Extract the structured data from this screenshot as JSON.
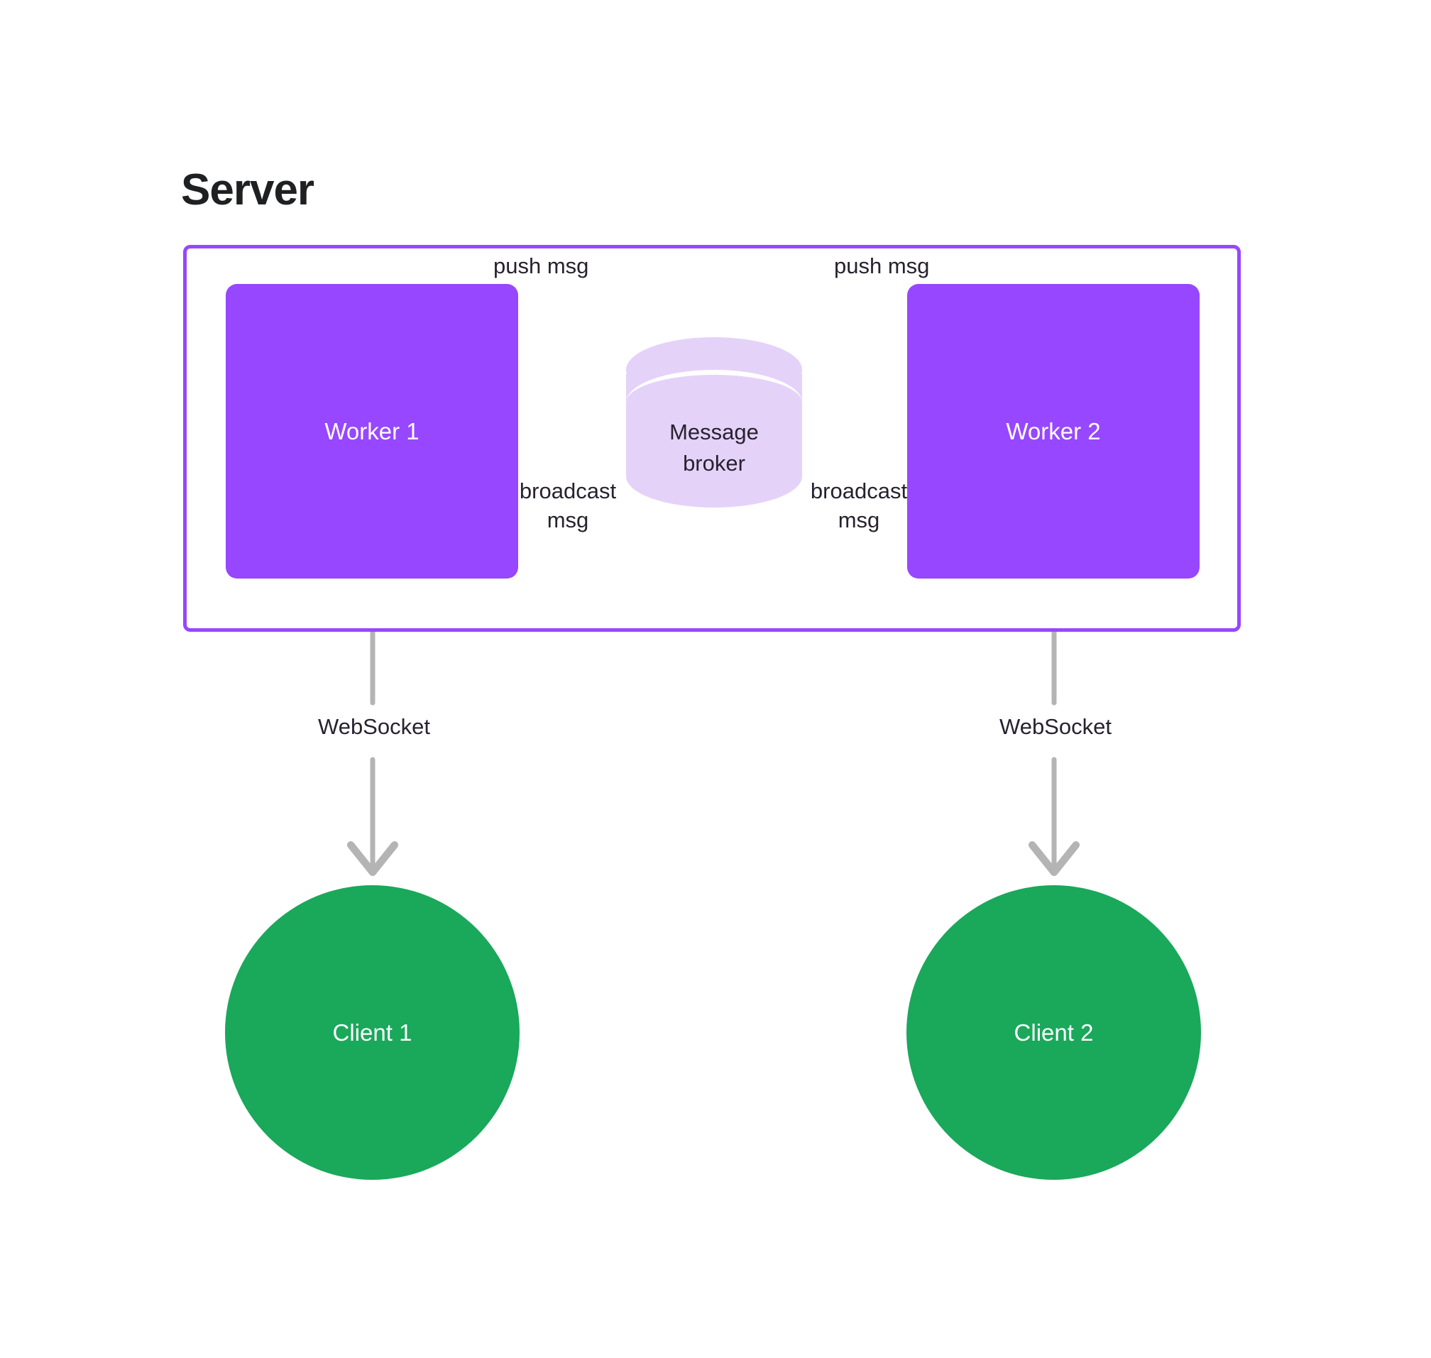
{
  "diagram": {
    "title": "Server",
    "colors": {
      "server_border": "#9747ff",
      "worker_fill": "#9747ff",
      "broker_fill": "#e5d2f9",
      "client_fill": "#1aa85b",
      "arrow": "#b4b4b4",
      "text_dark": "#27222e",
      "title_dark": "#1f2022",
      "text_light": "#ffffff",
      "background": "#ffffff"
    },
    "nodes": {
      "worker_1": "Worker 1",
      "worker_2": "Worker 2",
      "broker_line_1": "Message",
      "broker_line_2": "broker",
      "client_1": "Client 1",
      "client_2": "Client 2"
    },
    "edges": {
      "push_msg_left": "push msg",
      "push_msg_right": "push msg",
      "broadcast_left_line_1": "broadcast",
      "broadcast_left_line_2": "msg",
      "broadcast_right_line_1": "broadcast",
      "broadcast_right_line_2": "msg",
      "websocket_left": "WebSocket",
      "websocket_right": "WebSocket"
    }
  }
}
